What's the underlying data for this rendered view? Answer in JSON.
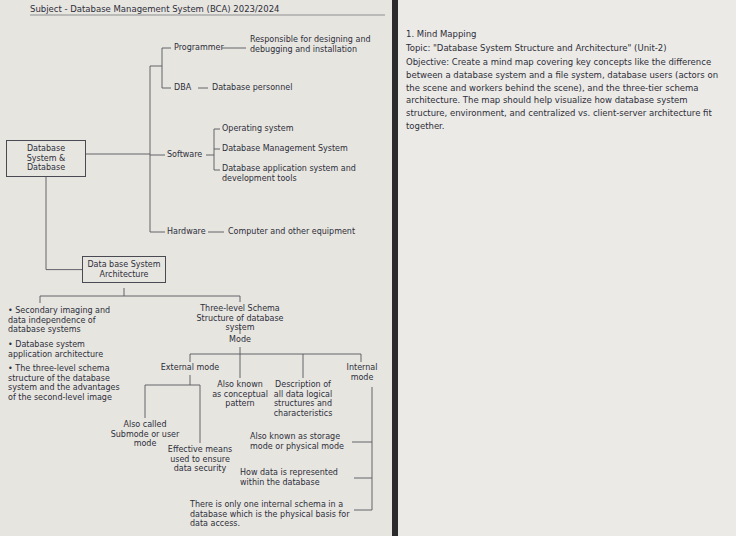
{
  "diagram": {
    "title": "Subject - Database Management System (BCA) 2023/2024",
    "nodes": [
      {
        "text": [
          "Database System & Database"
        ]
      },
      {
        "text": [
          "Data base System Architecture"
        ]
      }
    ],
    "edges": [
      {
        "from": 0,
        "to": 1,
        "arrow": "none"
      }
    ],
    "labels": [
      "Programmer",
      "Responsible for designing and debugging and installation",
      "DBA",
      "Database personnel",
      "Software",
      "Operating system",
      "Database Management System",
      "Database application system and development tools",
      "Hardware",
      "Computer and other equipment",
      "• Secondary imaging and data independence of database systems",
      "• Database system application architecture",
      "• The three-level schema structure of the database system and the advantages of the second-level image",
      "Three-level Schema Structure of database system",
      "Mode",
      "External mode",
      "Also known as conceptual pattern",
      "Description of all data logical structures and characteristics",
      "Internal mode",
      "Also called Submode or user mode",
      "Effective means used to ensure data security",
      "Also known as storage mode or physical mode",
      "How data is represented within the database",
      "There is only one internal schema in a database which is the physical basis for data access.",
      "1. Mind Mapping",
      "Topic: \"Database System Structure and Architecture\" (Unit-2)",
      "Objective: Create a mind map covering key concepts like the difference between a database system and a file system, database users (actors on the scene and workers behind the scene), and the three-tier schema architecture. The map should help visualize how database system structure, environment, and centralized vs. client-server architecture fit together."
    ]
  }
}
